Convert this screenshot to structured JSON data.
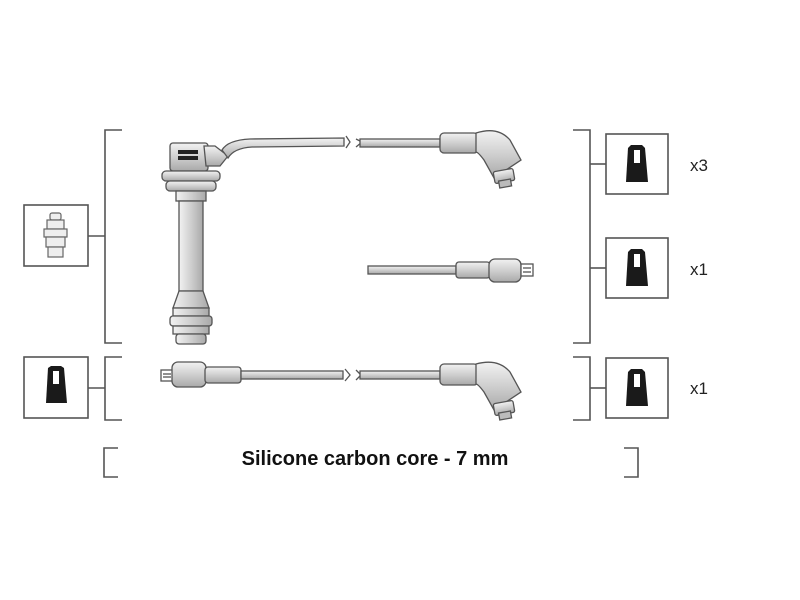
{
  "diagram": {
    "caption": "Silicone carbon core - 7 mm",
    "groups": [
      {
        "quantity": "x3"
      },
      {
        "quantity": "x1"
      },
      {
        "quantity": "x1"
      }
    ],
    "colors": {
      "stroke": "#555555",
      "part_fill": "#dcdcdc",
      "terminal_fill": "#1a1a1a",
      "box_fill": "#ffffff"
    },
    "icons": [
      "coil-connector-icon",
      "spark-plug-boot-icon",
      "ignition-wire-icon"
    ]
  }
}
